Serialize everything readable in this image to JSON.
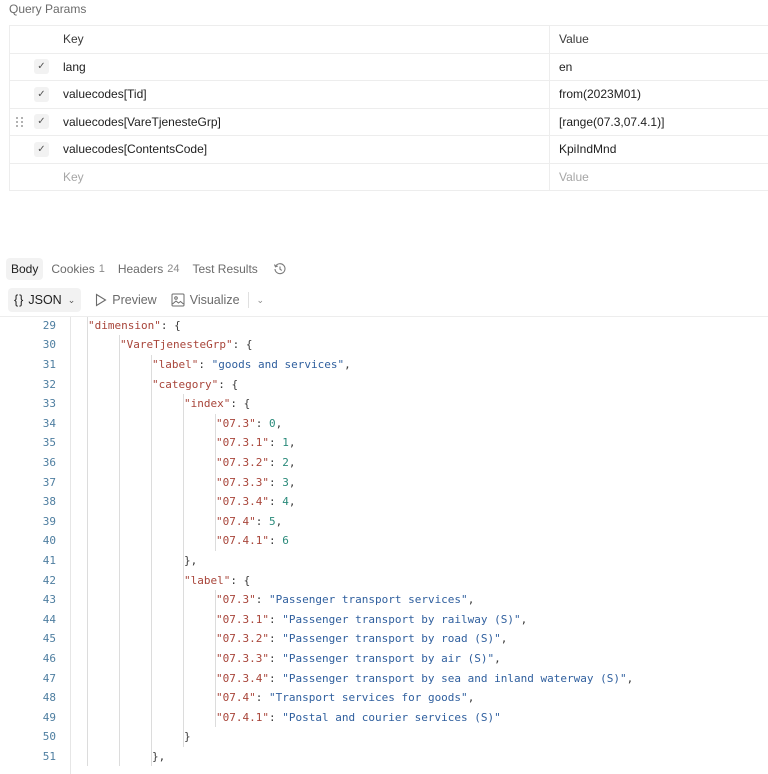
{
  "query_params": {
    "title": "Query Params",
    "header": {
      "key": "Key",
      "value": "Value"
    },
    "rows": [
      {
        "key": "lang",
        "value": "en",
        "checked": true
      },
      {
        "key": "valuecodes[Tid]",
        "value": "from(2023M01)",
        "checked": true
      },
      {
        "key": "valuecodes[VareTjenesteGrp]",
        "value": "[range(07.3,07.4.1)]",
        "checked": true
      },
      {
        "key": "valuecodes[ContentsCode]",
        "value": "KpiIndMnd",
        "checked": true
      }
    ],
    "placeholder": {
      "key": "Key",
      "value": "Value"
    }
  },
  "response_tabs": [
    {
      "label": "Body",
      "count": ""
    },
    {
      "label": "Cookies",
      "count": "1"
    },
    {
      "label": "Headers",
      "count": "24"
    },
    {
      "label": "Test Results",
      "count": ""
    }
  ],
  "toolbar": {
    "format_label": "JSON",
    "format_icon": "{}",
    "preview_label": "Preview",
    "visualize_label": "Visualize"
  },
  "code": {
    "lines": [
      {
        "n": "29",
        "indent": 1,
        "tokens": [
          [
            "k",
            "\"dimension\""
          ],
          [
            "p",
            ": {"
          ]
        ]
      },
      {
        "n": "30",
        "indent": 2,
        "tokens": [
          [
            "k",
            "\"VareTjenesteGrp\""
          ],
          [
            "p",
            ": {"
          ]
        ]
      },
      {
        "n": "31",
        "indent": 3,
        "tokens": [
          [
            "k",
            "\"label\""
          ],
          [
            "p",
            ": "
          ],
          [
            "s",
            "\"goods and services\""
          ],
          [
            "p",
            ","
          ]
        ]
      },
      {
        "n": "32",
        "indent": 3,
        "tokens": [
          [
            "k",
            "\"category\""
          ],
          [
            "p",
            ": {"
          ]
        ]
      },
      {
        "n": "33",
        "indent": 4,
        "tokens": [
          [
            "k",
            "\"index\""
          ],
          [
            "p",
            ": {"
          ]
        ]
      },
      {
        "n": "34",
        "indent": 5,
        "tokens": [
          [
            "k",
            "\"07.3\""
          ],
          [
            "p",
            ": "
          ],
          [
            "n",
            "0"
          ],
          [
            "p",
            ","
          ]
        ]
      },
      {
        "n": "35",
        "indent": 5,
        "tokens": [
          [
            "k",
            "\"07.3.1\""
          ],
          [
            "p",
            ": "
          ],
          [
            "n",
            "1"
          ],
          [
            "p",
            ","
          ]
        ]
      },
      {
        "n": "36",
        "indent": 5,
        "tokens": [
          [
            "k",
            "\"07.3.2\""
          ],
          [
            "p",
            ": "
          ],
          [
            "n",
            "2"
          ],
          [
            "p",
            ","
          ]
        ]
      },
      {
        "n": "37",
        "indent": 5,
        "tokens": [
          [
            "k",
            "\"07.3.3\""
          ],
          [
            "p",
            ": "
          ],
          [
            "n",
            "3"
          ],
          [
            "p",
            ","
          ]
        ]
      },
      {
        "n": "38",
        "indent": 5,
        "tokens": [
          [
            "k",
            "\"07.3.4\""
          ],
          [
            "p",
            ": "
          ],
          [
            "n",
            "4"
          ],
          [
            "p",
            ","
          ]
        ]
      },
      {
        "n": "39",
        "indent": 5,
        "tokens": [
          [
            "k",
            "\"07.4\""
          ],
          [
            "p",
            ": "
          ],
          [
            "n",
            "5"
          ],
          [
            "p",
            ","
          ]
        ]
      },
      {
        "n": "40",
        "indent": 5,
        "tokens": [
          [
            "k",
            "\"07.4.1\""
          ],
          [
            "p",
            ": "
          ],
          [
            "n",
            "6"
          ]
        ]
      },
      {
        "n": "41",
        "indent": 4,
        "tokens": [
          [
            "p",
            "},"
          ]
        ]
      },
      {
        "n": "42",
        "indent": 4,
        "tokens": [
          [
            "k",
            "\"label\""
          ],
          [
            "p",
            ": {"
          ]
        ]
      },
      {
        "n": "43",
        "indent": 5,
        "tokens": [
          [
            "k",
            "\"07.3\""
          ],
          [
            "p",
            ": "
          ],
          [
            "s",
            "\"Passenger transport services\""
          ],
          [
            "p",
            ","
          ]
        ]
      },
      {
        "n": "44",
        "indent": 5,
        "tokens": [
          [
            "k",
            "\"07.3.1\""
          ],
          [
            "p",
            ": "
          ],
          [
            "s",
            "\"Passenger transport by railway (S)\""
          ],
          [
            "p",
            ","
          ]
        ]
      },
      {
        "n": "45",
        "indent": 5,
        "tokens": [
          [
            "k",
            "\"07.3.2\""
          ],
          [
            "p",
            ": "
          ],
          [
            "s",
            "\"Passenger transport by road (S)\""
          ],
          [
            "p",
            ","
          ]
        ]
      },
      {
        "n": "46",
        "indent": 5,
        "tokens": [
          [
            "k",
            "\"07.3.3\""
          ],
          [
            "p",
            ": "
          ],
          [
            "s",
            "\"Passenger transport by air (S)\""
          ],
          [
            "p",
            ","
          ]
        ]
      },
      {
        "n": "47",
        "indent": 5,
        "tokens": [
          [
            "k",
            "\"07.3.4\""
          ],
          [
            "p",
            ": "
          ],
          [
            "s",
            "\"Passenger transport by sea and inland waterway (S)\""
          ],
          [
            "p",
            ","
          ]
        ]
      },
      {
        "n": "48",
        "indent": 5,
        "tokens": [
          [
            "k",
            "\"07.4\""
          ],
          [
            "p",
            ": "
          ],
          [
            "s",
            "\"Transport services for goods\""
          ],
          [
            "p",
            ","
          ]
        ]
      },
      {
        "n": "49",
        "indent": 5,
        "tokens": [
          [
            "k",
            "\"07.4.1\""
          ],
          [
            "p",
            ": "
          ],
          [
            "s",
            "\"Postal and courier services (S)\""
          ]
        ]
      },
      {
        "n": "50",
        "indent": 4,
        "tokens": [
          [
            "p",
            "}"
          ]
        ]
      },
      {
        "n": "51",
        "indent": 3,
        "tokens": [
          [
            "p",
            "},"
          ]
        ]
      }
    ]
  },
  "colors": {
    "key": "#a8453a",
    "string": "#2f5f9e",
    "number": "#2a8a7a",
    "line_number": "#4e7ea0"
  }
}
